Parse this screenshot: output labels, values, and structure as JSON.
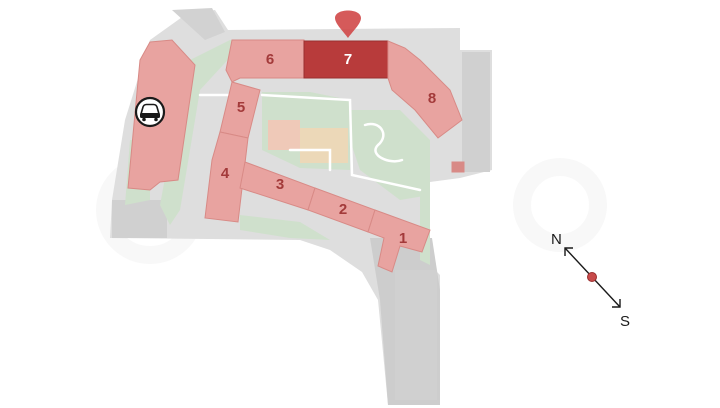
{
  "colors": {
    "background": "#ffffff",
    "ground": "#dedede",
    "road": "#c7c7c7",
    "green": "#cfe0cc",
    "building": "#e8a3a0",
    "building_edge": "#d88a86",
    "selected_building": "#b83b3b",
    "pin": "#d04848",
    "compass_dot": "#c84a4a"
  },
  "map": {
    "buildings": [
      {
        "number": "1",
        "selected": false
      },
      {
        "number": "2",
        "selected": false
      },
      {
        "number": "3",
        "selected": false
      },
      {
        "number": "4",
        "selected": false
      },
      {
        "number": "5",
        "selected": false
      },
      {
        "number": "6",
        "selected": false
      },
      {
        "number": "7",
        "selected": true
      },
      {
        "number": "8",
        "selected": false
      }
    ],
    "parking_icon": "car-icon",
    "selection_marker": "map-pin-icon"
  },
  "compass": {
    "north": "N",
    "south": "S",
    "icon": "compass-icon"
  }
}
